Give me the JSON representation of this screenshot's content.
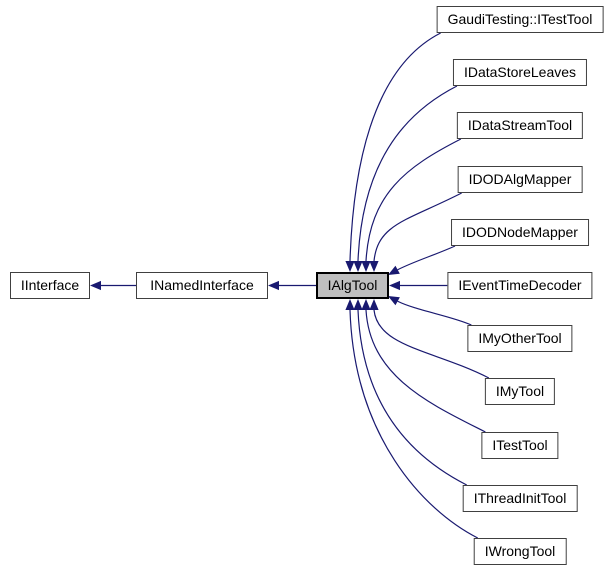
{
  "diagram": {
    "type": "class-inheritance-graph",
    "focus": "IAlgTool",
    "bases": [
      "IInterface",
      "INamedInterface"
    ],
    "derived": [
      "GaudiTesting::ITestTool",
      "IDataStoreLeaves",
      "IDataStreamTool",
      "IDODAlgMapper",
      "IDODNodeMapper",
      "IEventTimeDecoder",
      "IMyOtherTool",
      "IMyTool",
      "ITestTool",
      "IThreadInitTool",
      "IWrongTool"
    ],
    "colors": {
      "edge": "#191970",
      "node_fill": "#ffffff",
      "node_border": "#404040",
      "focus_fill": "#bfbfbf",
      "focus_border": "#000000",
      "text": "#000000",
      "background": "#ffffff"
    }
  }
}
